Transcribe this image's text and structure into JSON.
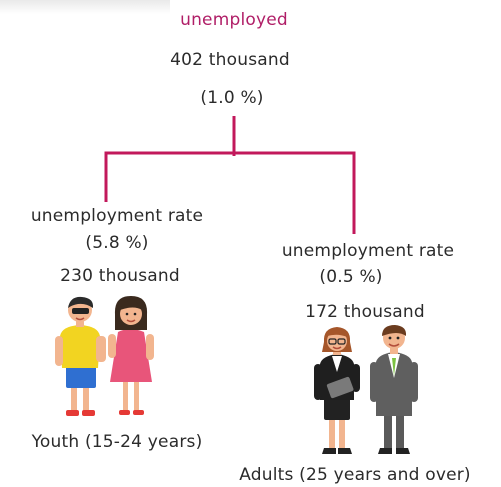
{
  "root": {
    "title": "unemployed",
    "count": "402 thousand",
    "rate": "(1.0 %)"
  },
  "youth": {
    "rate_label": "unemployment rate",
    "rate_value": "(5.8 %)",
    "count": "230 thousand",
    "caption": "Youth (15-24 years)"
  },
  "adults": {
    "rate_label": "unemployment rate",
    "rate_value": "(0.5 %)",
    "count": "172 thousand",
    "caption": "Adults (25 years and over)"
  },
  "colors": {
    "connector": "#c2185b",
    "title": "#b01e67",
    "text": "#2b2b2b"
  },
  "icons": [
    "boy-figure",
    "girl-figure",
    "businesswoman-figure",
    "businessman-figure"
  ]
}
